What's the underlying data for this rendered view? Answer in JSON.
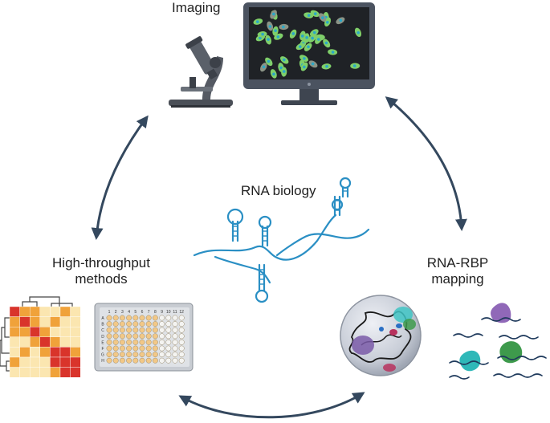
{
  "labels": {
    "imaging": "Imaging",
    "rna_biology": "RNA biology",
    "high_throughput_line1": "High-throughput",
    "high_throughput_line2": "methods",
    "rna_rbp_line1": "RNA-RBP",
    "rna_rbp_line2": "mapping"
  },
  "plate": {
    "columns": [
      "1",
      "2",
      "3",
      "4",
      "5",
      "6",
      "7",
      "8",
      "9",
      "10",
      "11",
      "12"
    ],
    "rows": [
      "A",
      "B",
      "C",
      "D",
      "E",
      "F",
      "G",
      "H"
    ]
  },
  "colors": {
    "arrow": "#34485e",
    "rna": "#2a8fc4",
    "screen": "#1f2226",
    "cell": "#7fcf6a",
    "nucleus": "#2aa8c8",
    "heatmap_hot": "#d9342b",
    "heatmap_warm": "#f0a23a",
    "heatmap_light": "#fbe6b0",
    "well": "#f2c887"
  },
  "icons": {
    "microscope": "microscope-icon",
    "monitor": "monitor-icon",
    "heatmap": "heatmap-dendrogram-icon",
    "plate": "well-plate-icon",
    "structure": "rnp-structure-icon"
  }
}
